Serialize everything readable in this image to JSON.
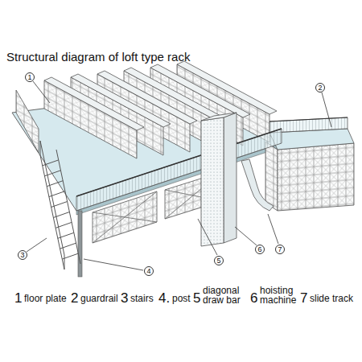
{
  "diagram": {
    "title": "Structural diagram of loft type rack",
    "labels": [
      "1",
      "2",
      "3",
      "4",
      "5",
      "6",
      "7",
      "1",
      "floor plate",
      "2",
      "guardrail",
      "3",
      "stairs",
      "4.",
      "post",
      "5",
      "diagonal draw bar",
      "6",
      "hoisting machine",
      "7",
      "slide track"
    ]
  }
}
